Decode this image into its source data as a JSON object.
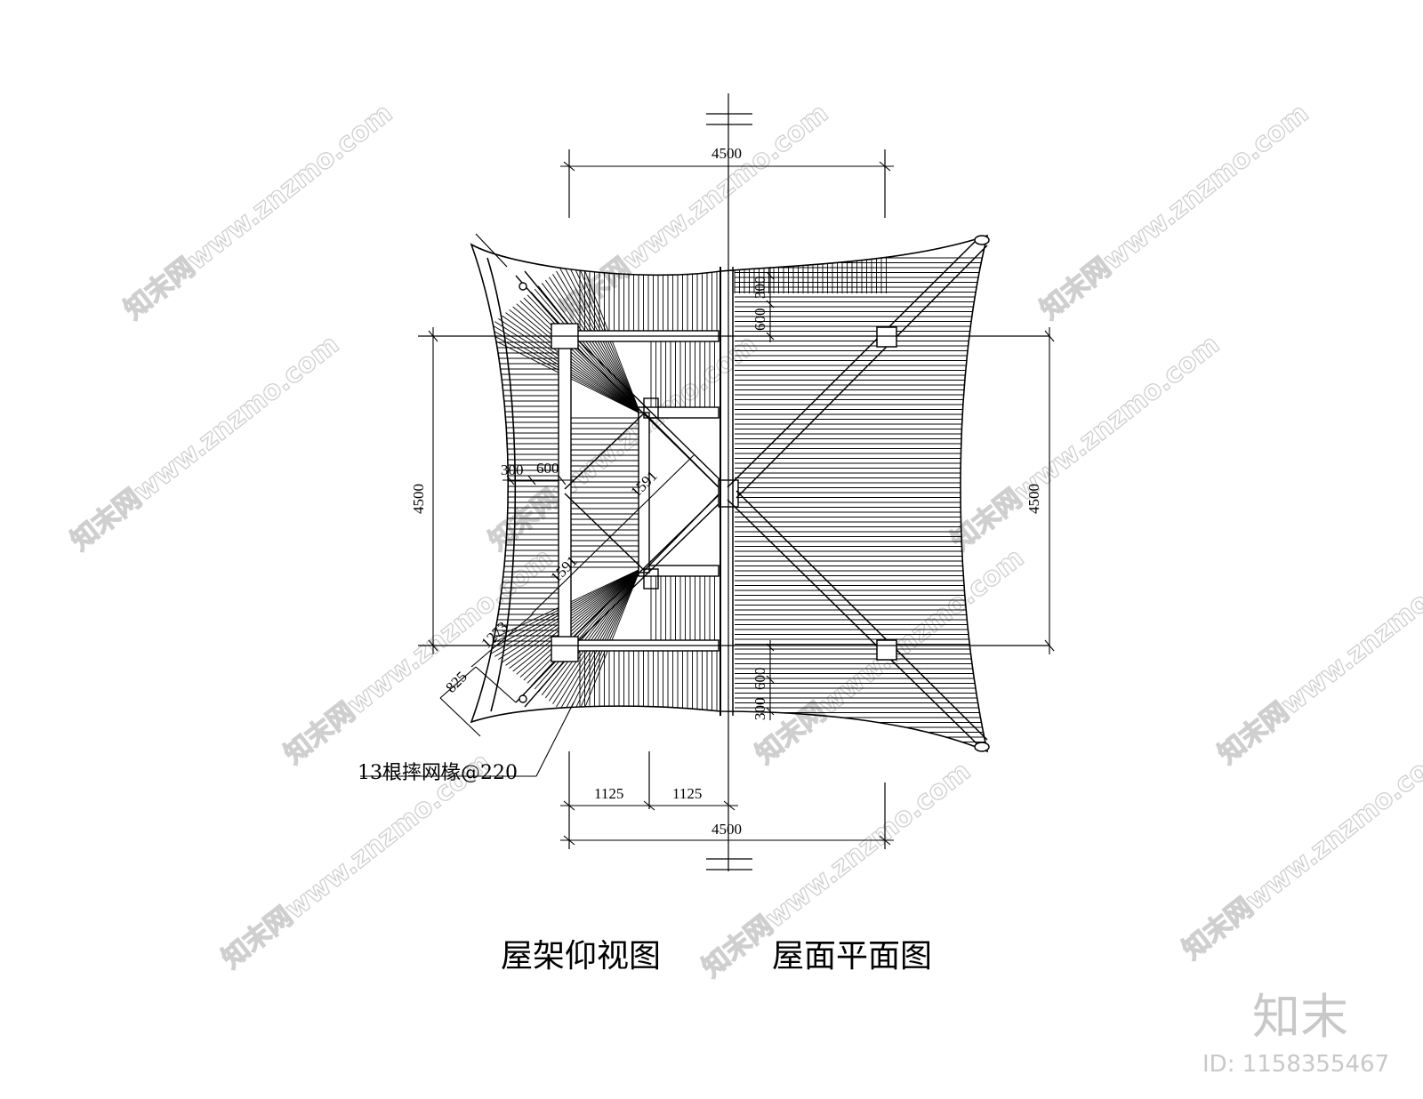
{
  "drawing": {
    "captions": {
      "left": "屋架仰视图",
      "right": "屋面平面图"
    },
    "note": "13根摔网椽@220",
    "dimensions": {
      "top_overall": "4500",
      "bottom_overall": "4500",
      "bottom_left_half": "1125",
      "bottom_right_half": "1125",
      "left_overall": "4500",
      "right_overall": "4500",
      "top_offset_a": "600",
      "top_offset_b": "300",
      "bottom_offset_a": "600",
      "bottom_offset_b": "300",
      "left_offset_a": "300",
      "left_offset_b": "600",
      "diag_a": "1591",
      "diag_b": "1591",
      "diag_c": "1273",
      "diag_d": "825"
    }
  },
  "watermark": {
    "site": "知末网www.znzmo.com",
    "brand": "知末",
    "id": "ID: 1158355467"
  },
  "colors": {
    "line": "#000000",
    "watermark": "#cfcfcf"
  }
}
